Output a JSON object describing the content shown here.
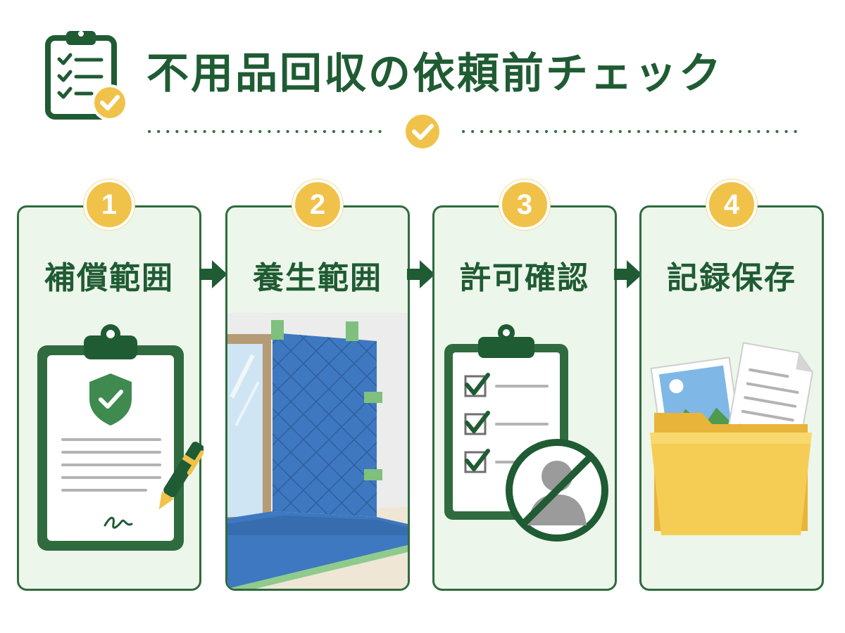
{
  "title": "不用品回収の依頼前チェック",
  "colors": {
    "primary_green": "#1f5b33",
    "accent_yellow": "#f1c24a",
    "card_background": "#edf6ea",
    "protection_blue": "#3e78c0"
  },
  "steps": [
    {
      "number": "1",
      "label": "補償範囲",
      "icon": "contract-shield-pen-icon"
    },
    {
      "number": "2",
      "label": "養生範囲",
      "icon": "wall-protection-padding-icon"
    },
    {
      "number": "3",
      "label": "許可確認",
      "icon": "checklist-no-unauthorized-icon"
    },
    {
      "number": "4",
      "label": "記録保存",
      "icon": "folder-documents-icon"
    }
  ]
}
